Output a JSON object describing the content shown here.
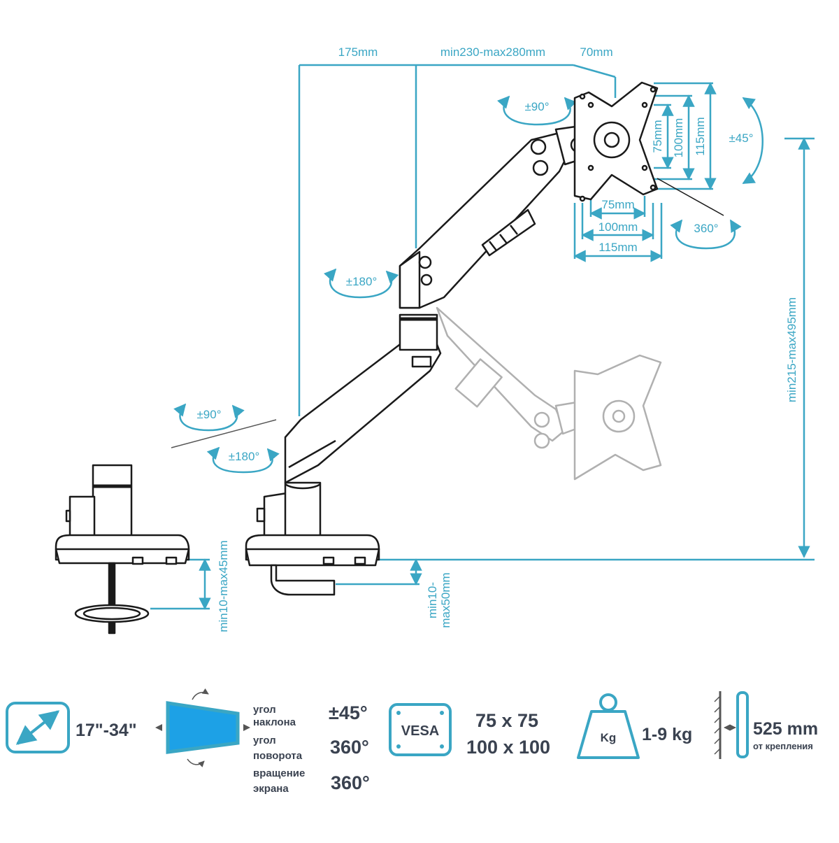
{
  "colors": {
    "accent": "#3aa6c4",
    "line": "#1a1a1a",
    "spec_text": "#3a4250",
    "screen_fill": "#1da1e6"
  },
  "dimensions": {
    "top": {
      "a": "175mm",
      "b": "min230-max280mm",
      "c": "70mm"
    },
    "vesa_vertical": {
      "v75": "75mm",
      "v100": "100mm",
      "v115": "115mm"
    },
    "vesa_horizontal": {
      "h75": "75mm",
      "h100": "100mm",
      "h115": "115mm"
    },
    "height_range": "min215-max495mm",
    "clamp_left": "min10-max45mm",
    "clamp_right_line1": "min10-",
    "clamp_right_line2": "max50mm"
  },
  "rotations": {
    "head_swivel": "±90°",
    "tilt": "±45°",
    "spin": "360°",
    "elbow": "±180°",
    "base_swivel": "±90°",
    "base_rotate": "±180°"
  },
  "specs": {
    "screen_size": "17\"-34\"",
    "tilt_label_1": "угол",
    "tilt_label_2": "наклона",
    "tilt_value": "±45°",
    "swivel_label_1": "угол",
    "swivel_label_2": "поворота",
    "swivel_value": "360°",
    "rotate_label_1": "вращение",
    "rotate_label_2": "экрана",
    "rotate_value": "360°",
    "vesa_badge": "VESA",
    "vesa_1": "75 x 75",
    "vesa_2": "100 x 100",
    "weight_badge": "Kg",
    "weight_value": "1-9 kg",
    "reach_value": "525 mm",
    "reach_label": "от крепления"
  }
}
